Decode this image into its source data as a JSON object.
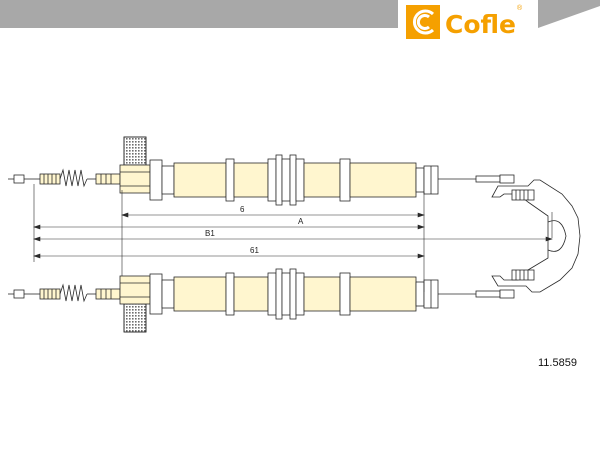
{
  "brand": {
    "name": "Cofle",
    "registered_mark": "®"
  },
  "part_number": "11.5859",
  "dimensions": {
    "upper_short": "6",
    "upper_long": "A",
    "overall": "B1",
    "lower": "61"
  },
  "colors": {
    "banner": "#a8a8a8",
    "brand_orange": "#f5a000",
    "line": "#2a2a2a",
    "knurl": "#707070",
    "sleeve_fill": "#fff6cf"
  }
}
